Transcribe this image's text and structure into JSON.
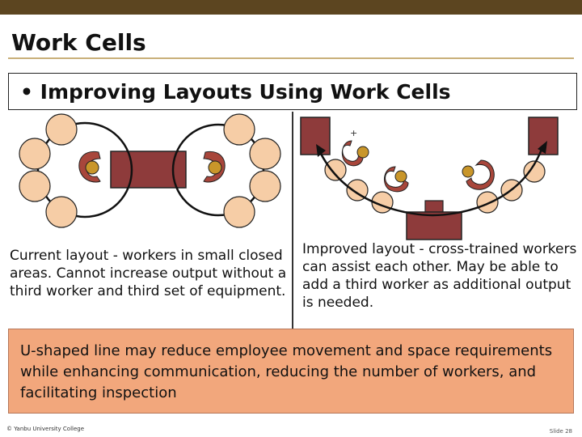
{
  "slide": {
    "title": "Work Cells",
    "bullet": "• Improving Layouts Using Work Cells",
    "left_caption": "Current layout - workers in small closed areas. Cannot increase output without a third worker and third set of equipment.",
    "right_caption": "Improved layout - cross-trained workers can assist each other. May be able to add a third worker as additional output is needed.",
    "note": "U-shaped line may reduce employee movement and space requirements while enhancing communication, reducing the number of workers, and facilitating inspection",
    "footer_left": "© Yanbu University College",
    "footer_right": "Slide 28",
    "plus_mark": "+"
  },
  "colors": {
    "header_bar": "#5c4520",
    "machine": "#8e3b3b",
    "station": "#f6cda6",
    "worker_body": "#a8463b",
    "worker_head": "#c9962a",
    "note_fill": "#f2a77c"
  }
}
